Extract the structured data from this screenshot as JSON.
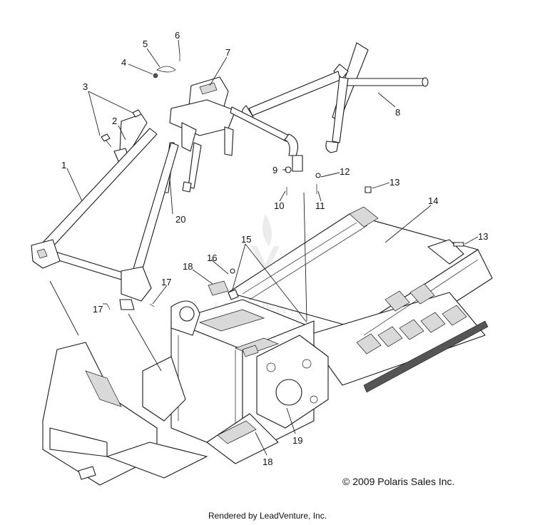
{
  "callouts": [
    {
      "id": "1",
      "label": "1"
    },
    {
      "id": "2",
      "label": "2"
    },
    {
      "id": "3",
      "label": "3"
    },
    {
      "id": "4",
      "label": "4"
    },
    {
      "id": "5",
      "label": "5"
    },
    {
      "id": "6",
      "label": "6"
    },
    {
      "id": "7",
      "label": "7"
    },
    {
      "id": "8",
      "label": "8"
    },
    {
      "id": "9",
      "label": "9"
    },
    {
      "id": "10",
      "label": "10"
    },
    {
      "id": "11",
      "label": "11"
    },
    {
      "id": "12",
      "label": "12"
    },
    {
      "id": "13a",
      "label": "13"
    },
    {
      "id": "13b",
      "label": "13"
    },
    {
      "id": "14",
      "label": "14"
    },
    {
      "id": "15",
      "label": "15"
    },
    {
      "id": "16",
      "label": "16"
    },
    {
      "id": "17a",
      "label": "17"
    },
    {
      "id": "17b",
      "label": "17"
    },
    {
      "id": "18a",
      "label": "18"
    },
    {
      "id": "18b",
      "label": "18"
    },
    {
      "id": "19",
      "label": "19"
    },
    {
      "id": "20",
      "label": "20"
    }
  ],
  "copyright": "© 2009 Polaris Sales Inc.",
  "footer": "Rendered by LeadVenture, Inc.",
  "watermark": "LEADVENTURE"
}
